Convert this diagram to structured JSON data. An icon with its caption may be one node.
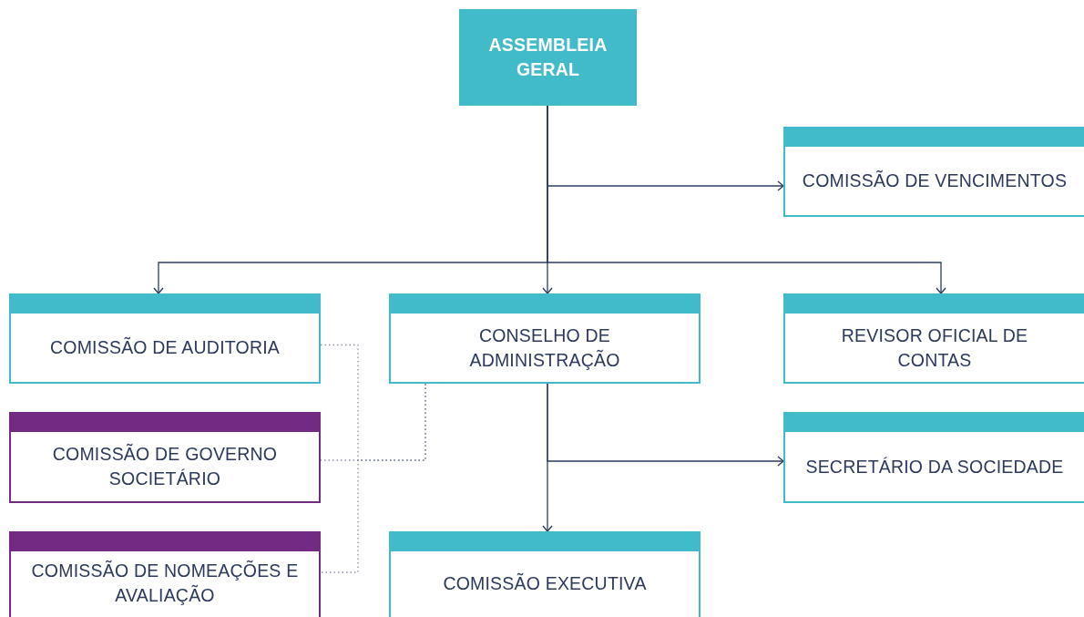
{
  "diagram": {
    "nodes": [
      {
        "text": [
          "ASSEMBLEIA GERAL"
        ]
      },
      {
        "text": [
          "COMISSÃO DE VENCIMENTOS"
        ]
      },
      {
        "text": [
          "COMISSÃO DE AUDITORIA"
        ]
      },
      {
        "text": [
          "CONSELHO DE ADMINISTRAÇÃO"
        ]
      },
      {
        "text": [
          "REVISOR OFICIAL DE CONTAS"
        ]
      },
      {
        "text": [
          "COMISSÃO DE GOVERNO SOCIETÁRIO"
        ]
      },
      {
        "text": [
          "SECRETÁRIO DA SOCIEDADE"
        ]
      },
      {
        "text": [
          "COMISSÃO DE NOMEAÇÕES E AVALIAÇÃO"
        ]
      },
      {
        "text": [
          "COMISSÃO EXECUTIVA"
        ]
      }
    ],
    "edges": [
      {
        "from": 0,
        "to": 1,
        "arrow": "to"
      },
      {
        "from": 0,
        "to": 2,
        "arrow": "to"
      },
      {
        "from": 0,
        "to": 3,
        "arrow": "to"
      },
      {
        "from": 0,
        "to": 4,
        "arrow": "to"
      },
      {
        "from": 3,
        "to": 6,
        "arrow": "to"
      },
      {
        "from": 3,
        "to": 8,
        "arrow": "to"
      },
      {
        "from": 3,
        "to": 2,
        "arrow": "none",
        "style": "dashed",
        "color": "#8a93a8"
      },
      {
        "from": 3,
        "to": 5,
        "arrow": "none",
        "style": "dashed",
        "color": "#8a93a8"
      },
      {
        "from": 3,
        "to": 7,
        "arrow": "none",
        "style": "dashed",
        "color": "#8a93a8"
      }
    ]
  }
}
